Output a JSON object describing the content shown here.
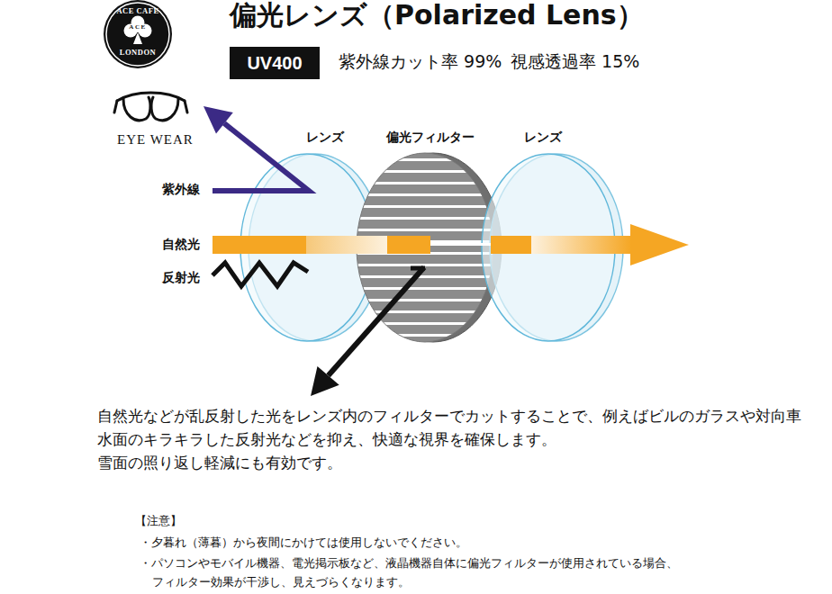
{
  "diagram": {
    "title": "偏光レンズ（Polarized Lens）",
    "nodes": [
      {
        "text": [
          "ACE CAFE",
          "ACE",
          "LONDON"
        ]
      },
      {
        "text": [
          "UV400"
        ]
      },
      {
        "text": [
          "レンズ"
        ]
      },
      {
        "text": [
          "偏光フィルター"
        ]
      },
      {
        "text": [
          "レンズ"
        ]
      }
    ],
    "labels": [
      "EYE WEAR",
      "紫外線カット率 99%",
      "視感透過率 15%",
      "紫外線",
      "自然光",
      "反射光",
      "自然光などが乱反射した光をレンズ内のフィルターでカットすることで、例えばビルのガラスや対向車",
      "水面のキラキラした反射光などを抑え、快適な視界を確保します。",
      "雪面の照り返し軽減にも有効です。",
      "【注意】",
      "・夕暮れ（薄暮）から夜間にかけては使用しないでください。",
      "・パソコンやモバイル機器、電光掲示板など、液晶機器自体に偏光フィルターが使用されている場合、",
      "フィルター効果が干渉し、見えづらくなります。"
    ]
  }
}
